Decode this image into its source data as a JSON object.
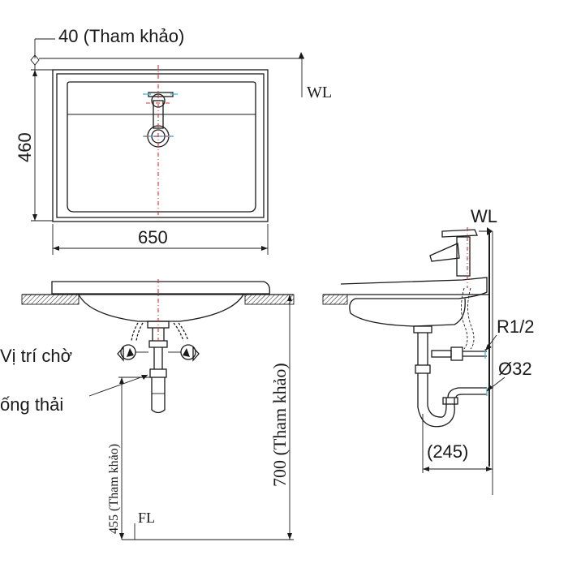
{
  "labels": {
    "top_offset": "40 (Tham khảo)",
    "wl_top": "WL",
    "depth": "460",
    "width": "650",
    "wl_side": "WL",
    "r_half": "R1/2",
    "d32": "Ø32",
    "waste_line1": "Vị trí chờ",
    "waste_line2": "ống thải",
    "ref_700": "700 (Tham khảo)",
    "ref_455": "455 (Tham khảo)",
    "fl": "FL",
    "wall_245": "(245)"
  },
  "colors": {
    "line": "#1a1a1a",
    "centerline": "#d9302a",
    "highlight": "#4fb8e0"
  }
}
